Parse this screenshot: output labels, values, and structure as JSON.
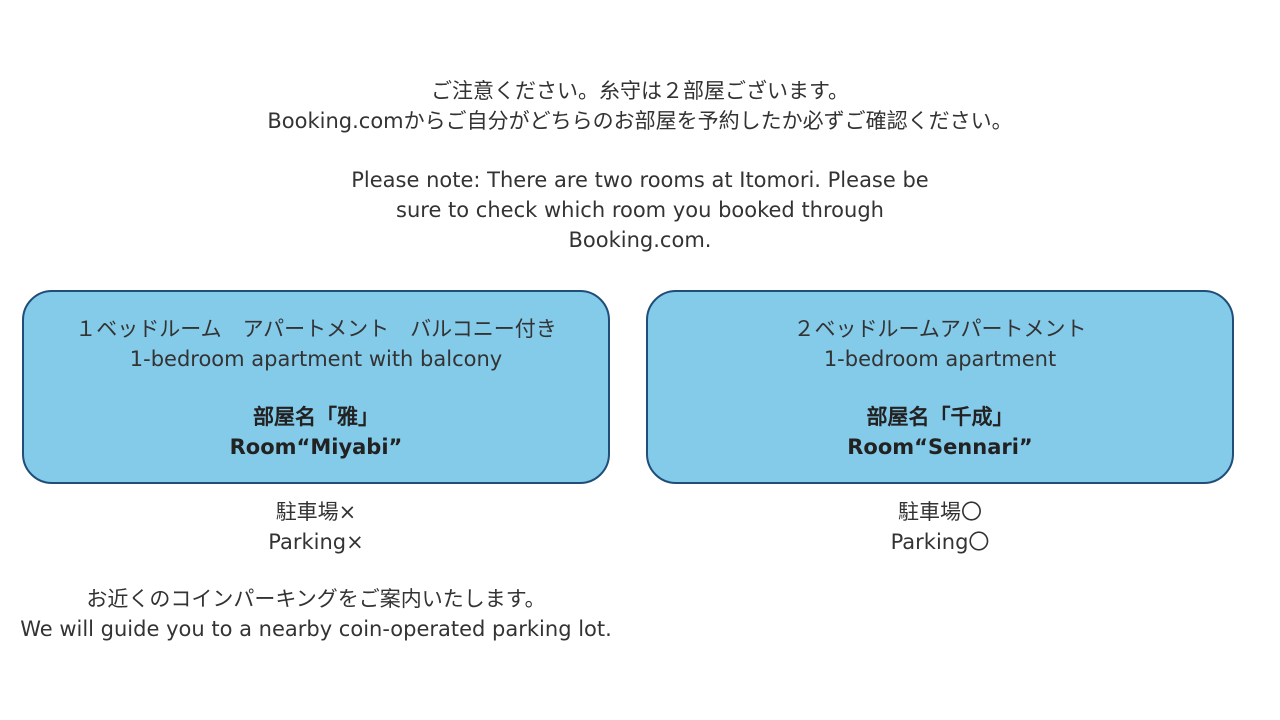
{
  "notice": {
    "ja_line1": "ご注意ください。糸守は２部屋ございます。",
    "ja_line2": "Booking.comからご自分がどちらのお部屋を予約したか必ずご確認ください。",
    "en_line1": "Please note: There are two rooms at Itomori. Please be",
    "en_line2": "sure to check which room you booked through",
    "en_line3": "Booking.com."
  },
  "rooms": [
    {
      "type_ja": "１ベッドルーム　アパートメント　バルコニー付き",
      "type_en": "1-bedroom apartment with balcony",
      "name_ja": "部屋名「雅」",
      "name_en": "Room“Miyabi”",
      "parking_ja": "駐車場×",
      "parking_en": "Parking×"
    },
    {
      "type_ja": "２ベッドルームアパートメント",
      "type_en": "1-bedroom apartment",
      "name_ja": "部屋名「千成」",
      "name_en": "Room“Sennari”",
      "parking_ja": "駐車場〇",
      "parking_en": "Parking〇"
    }
  ],
  "guide": {
    "ja": "お近くのコインパーキングをご案内いたします。",
    "en": "We will guide you to a nearby coin-operated parking lot."
  },
  "colors": {
    "box_fill": "#84cae9",
    "box_border": "#1f4e79",
    "text": "#333333"
  }
}
